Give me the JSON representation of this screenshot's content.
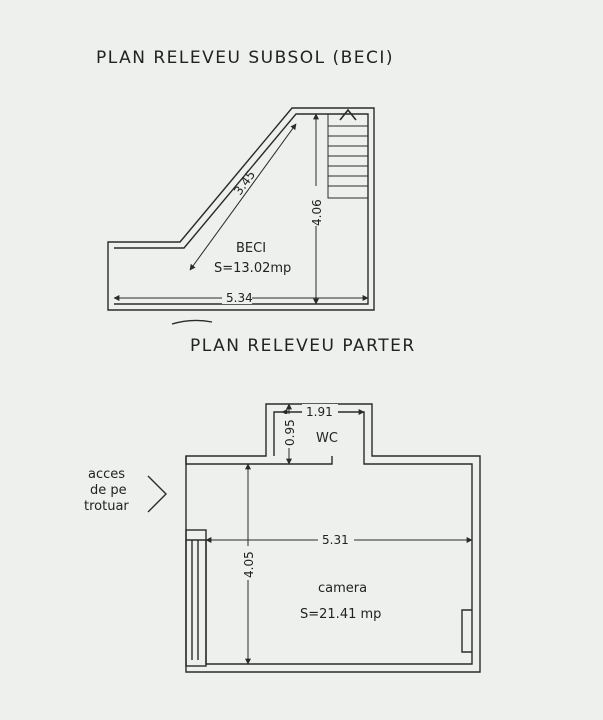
{
  "basement": {
    "title": "PLAN RELEVEU SUBSOL (BECI)",
    "room_name": "BECI",
    "area": "S=13.02mp",
    "dim_slope": "3.45",
    "dim_height": "4.06",
    "dim_width": "5.34"
  },
  "ground": {
    "title": "PLAN RELEVEU PARTER",
    "wc_label": "WC",
    "wc_dim_width": "1.91",
    "wc_dim_height": "0.95",
    "room_name": "camera",
    "area": "S=21.41 mp",
    "dim_width": "5.31",
    "dim_height": "4.05",
    "entrance_line1": "acces",
    "entrance_line2": "de pe",
    "entrance_line3": "trotuar"
  }
}
